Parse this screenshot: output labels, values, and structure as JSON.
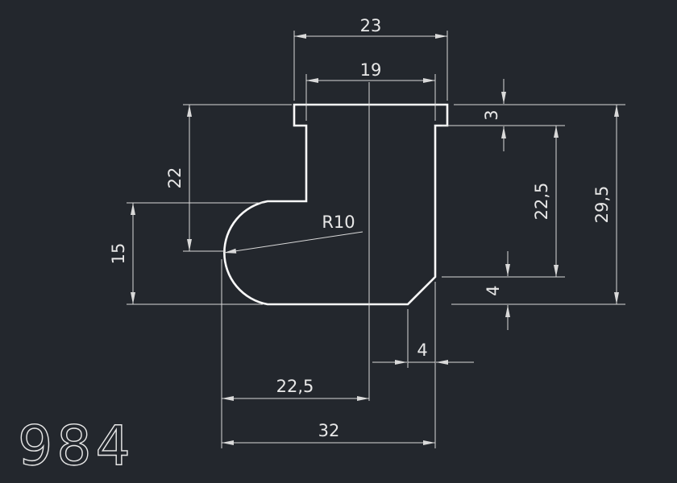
{
  "drawing": {
    "part_number": "984",
    "dimensions": {
      "flange_width": "23",
      "body_width": "19",
      "lip_height": "3",
      "right_body_height": "22,5",
      "overall_height": "29,5",
      "chamfer_height": "4",
      "chamfer_width": "4",
      "left_upper_height": "22",
      "left_lower_height": "15",
      "fillet_radius": "R10",
      "bottom_left_to_center": "22,5",
      "overall_width": "32"
    },
    "colors": {
      "background": "#23272d",
      "geometry_line": "#fafafa",
      "dimension_line": "#d9d9d9",
      "text": "#e8e8e8"
    }
  }
}
